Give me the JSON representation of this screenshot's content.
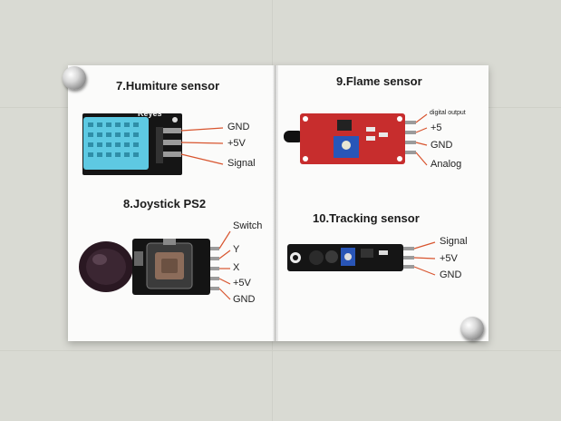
{
  "sensors": [
    {
      "title": "7.Humiture sensor",
      "module_text": "Keyes",
      "pins": [
        "GND",
        "+5V",
        "Signal"
      ]
    },
    {
      "title": "8.Joystick PS2",
      "pins": [
        "Switch",
        "Y",
        "X",
        "+5V",
        "GND"
      ]
    },
    {
      "title": "9.Flame sensor",
      "pins": [
        "digital output",
        "+5",
        "GND",
        "Analog"
      ]
    },
    {
      "title": "10.Tracking sensor",
      "pins": [
        "Signal",
        "+5V",
        "GND"
      ]
    }
  ]
}
